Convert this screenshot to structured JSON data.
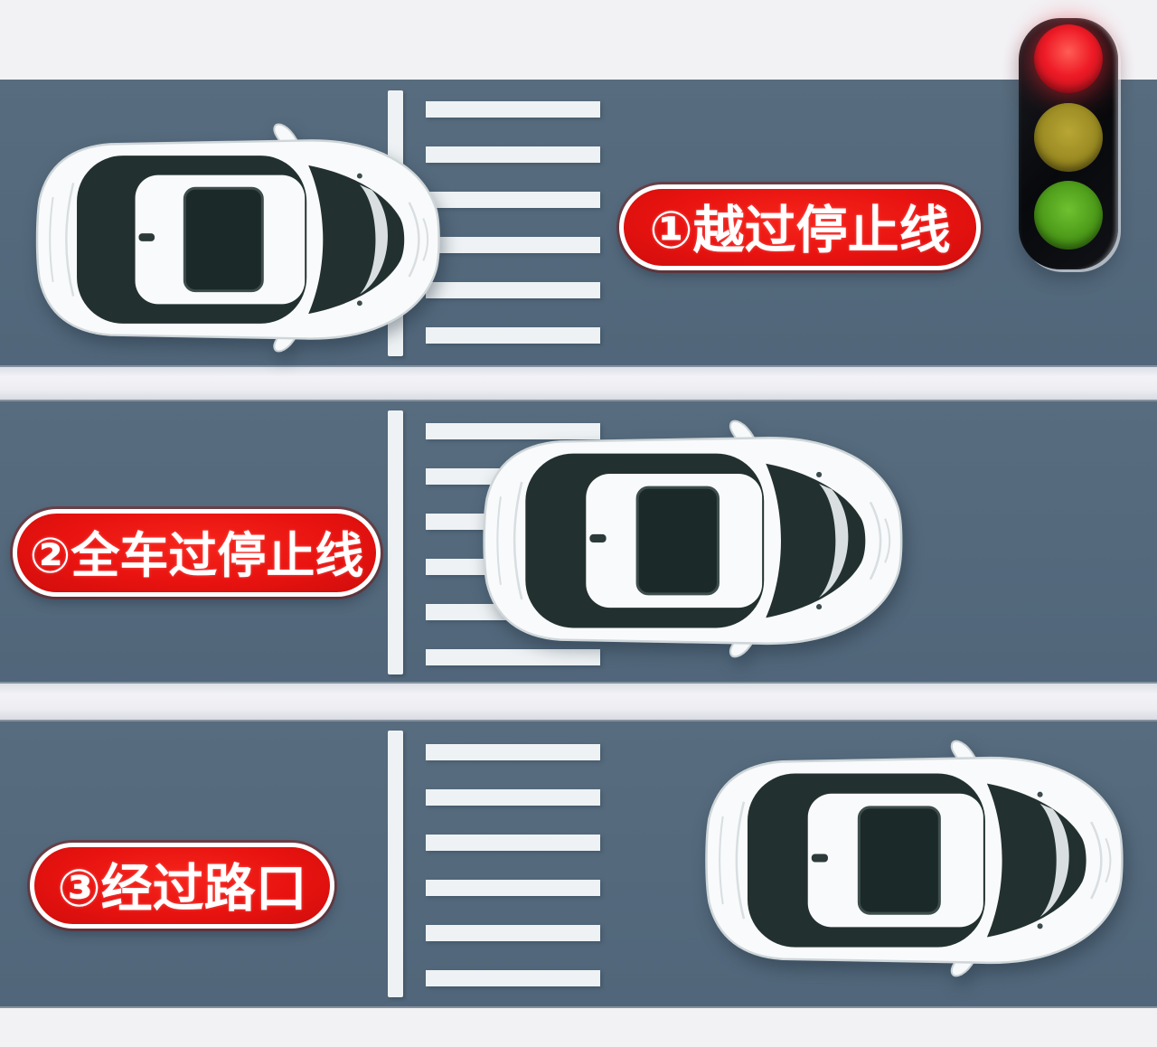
{
  "panels": [
    {
      "step": "1",
      "label": "①越过停止线",
      "elements": [
        "car-top-view",
        "stop-line",
        "zebra-crosswalk"
      ]
    },
    {
      "step": "2",
      "label": "②全车过停止线",
      "elements": [
        "car-top-view",
        "stop-line",
        "zebra-crosswalk"
      ]
    },
    {
      "step": "3",
      "label": "③经过路口",
      "elements": [
        "car-top-view",
        "stop-line",
        "zebra-crosswalk"
      ]
    }
  ],
  "traffic_light": {
    "position": "top-right",
    "lights": [
      {
        "name": "red",
        "state": "on",
        "color": "#ee1b26"
      },
      {
        "name": "yellow",
        "state": "off",
        "color": "#9a8a22"
      },
      {
        "name": "green",
        "state": "off",
        "color": "#4c9a19"
      }
    ]
  },
  "colors": {
    "road": "#53687b",
    "shoulder_band": "#f2f2f5",
    "road_marking": "#eef2f4",
    "label_background": "#e81310",
    "label_border": "#ffffff",
    "label_text": "#ffffff",
    "traffic_light_housing": "#0b0c10",
    "light_red": "#ee1b26",
    "light_yellow": "#9a8a22",
    "light_green": "#4c9a19",
    "car_body": "#f9fafb",
    "car_glass": "#223130"
  }
}
